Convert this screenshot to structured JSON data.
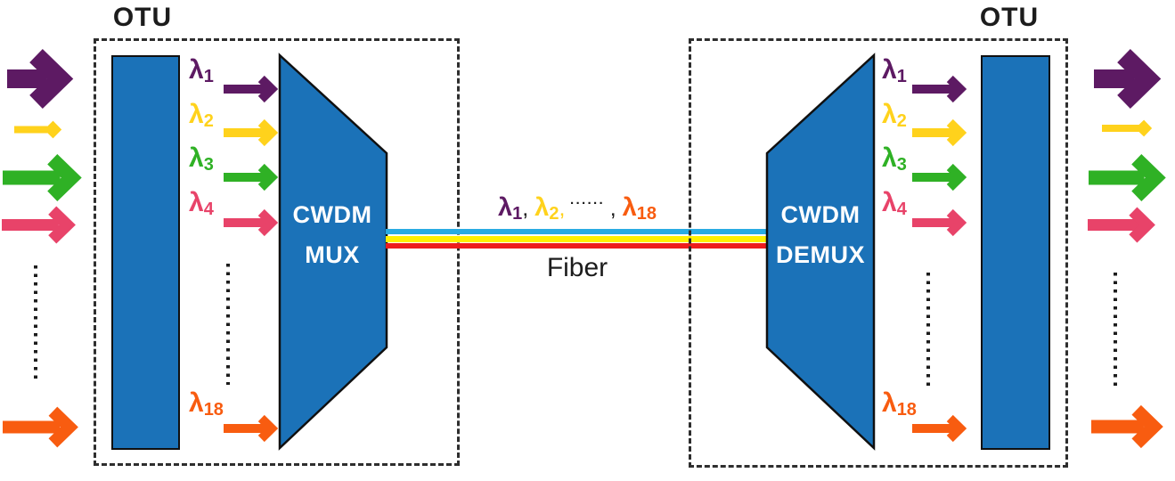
{
  "colors": {
    "purple": "#5D1A63",
    "gold": "#FFD21C",
    "green": "#2FB125",
    "pink": "#E84369",
    "orange": "#F85C10",
    "blue": "#1B72B8",
    "fiber_cyan": "#29ABE2",
    "fiber_yellow": "#FFF100",
    "fiber_red": "#EE1C1C",
    "ink": "#1C1C1C"
  },
  "left_otu": {
    "title": "OTU",
    "device": {
      "line1": "CWDM",
      "line2": "MUX"
    }
  },
  "right_otu": {
    "title": "OTU",
    "device": {
      "line1": "CWDM",
      "line2": "DEMUX"
    }
  },
  "lambdas": [
    {
      "sym": "λ",
      "sub": "1"
    },
    {
      "sym": "λ",
      "sub": "2"
    },
    {
      "sym": "λ",
      "sub": "3"
    },
    {
      "sym": "λ",
      "sub": "4"
    },
    {
      "sym": "λ",
      "sub": "18"
    }
  ],
  "fiber": {
    "caption": "Fiber",
    "label_parts": [
      {
        "t": "λ",
        "sub": "1"
      },
      {
        "t": ", "
      },
      {
        "t": "λ",
        "sub": "2"
      },
      {
        "t": ","
      },
      {
        "t": " ······ "
      },
      {
        "t": ", "
      },
      {
        "t": "λ",
        "sub": "18"
      }
    ]
  }
}
